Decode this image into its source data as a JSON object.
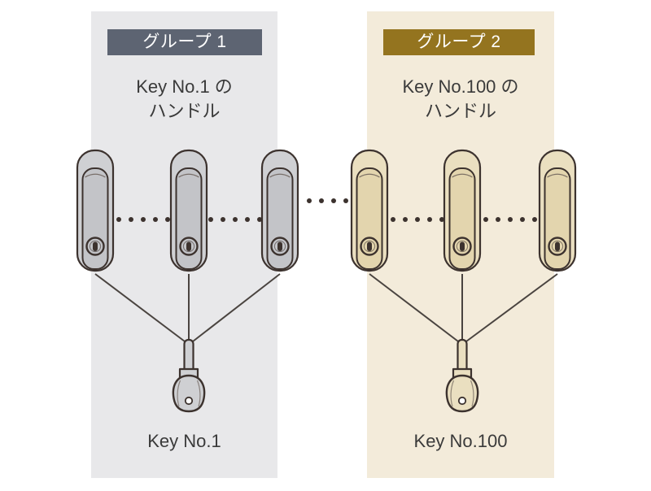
{
  "diagram": {
    "type": "master-key-system-illustration",
    "background": "#ffffff",
    "groups": [
      {
        "id": "group-1",
        "badge_label": "グループ 1",
        "badge_color": "#5d6472",
        "panel_color": "#e8e8ea",
        "caption_line1": "Key No.1 の",
        "caption_line2": "ハンドル",
        "footer_label": "Key No.1",
        "handle_body_color": "#cfd0d3",
        "handle_face_color": "#c3c4c8",
        "key_color": "#cfd0d3",
        "handle_count_shown": 3,
        "dot_groups": 2,
        "dots_per_group": 5
      },
      {
        "id": "group-2",
        "badge_label": "グループ 2",
        "badge_color": "#94741f",
        "panel_color": "#f3ebda",
        "caption_line1": "Key No.100 の",
        "caption_line2": "ハンドル",
        "footer_label": "Key No.100",
        "handle_body_color": "#eadfc0",
        "handle_face_color": "#e3d5ae",
        "key_color": "#eadfc0",
        "handle_count_shown": 3,
        "dot_groups": 2,
        "dots_per_group": 5
      }
    ],
    "between_groups": {
      "dots": 4,
      "meaning": "continuation-ellipsis"
    },
    "stroke_color": "#3c322e",
    "line_color": "#4a4440"
  }
}
